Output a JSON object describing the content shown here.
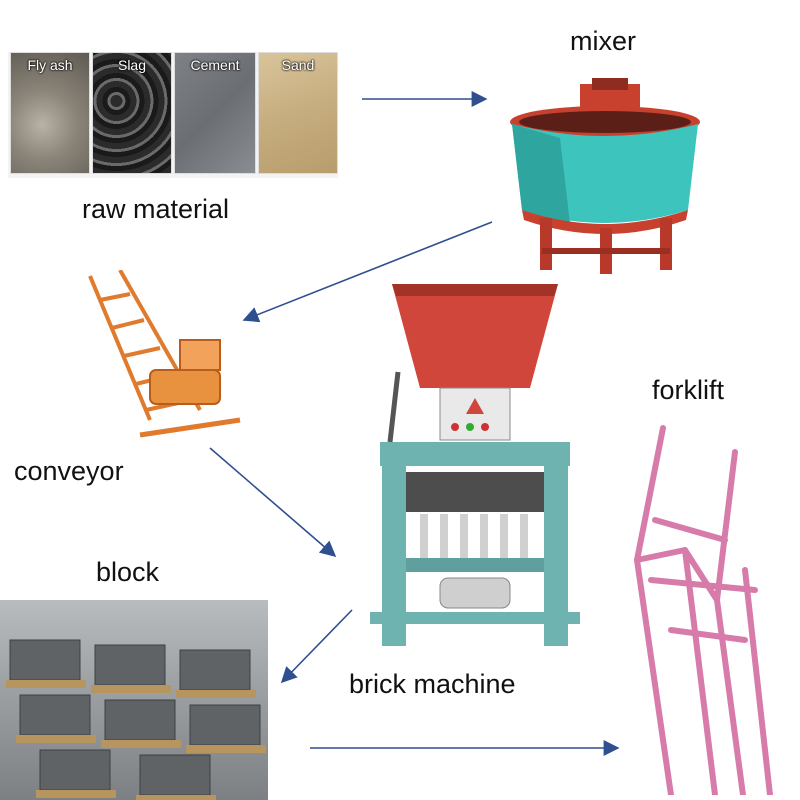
{
  "labels": {
    "raw_material": "raw material",
    "mixer": "mixer",
    "conveyor": "conveyor",
    "block": "block",
    "brick_machine": "brick machine",
    "forklift": "forklift"
  },
  "raw_materials": [
    "Fly ash",
    "Slag",
    "Cement",
    "Sand"
  ],
  "colors": {
    "arrow": "#2f4f8f",
    "mixer_body": "#3cc4bd",
    "mixer_rim": "#c8412f",
    "machine_body": "#6fb3b1",
    "hopper": "#d0463a",
    "conveyor": "#e07a2c",
    "forklift": "#d77bab"
  }
}
